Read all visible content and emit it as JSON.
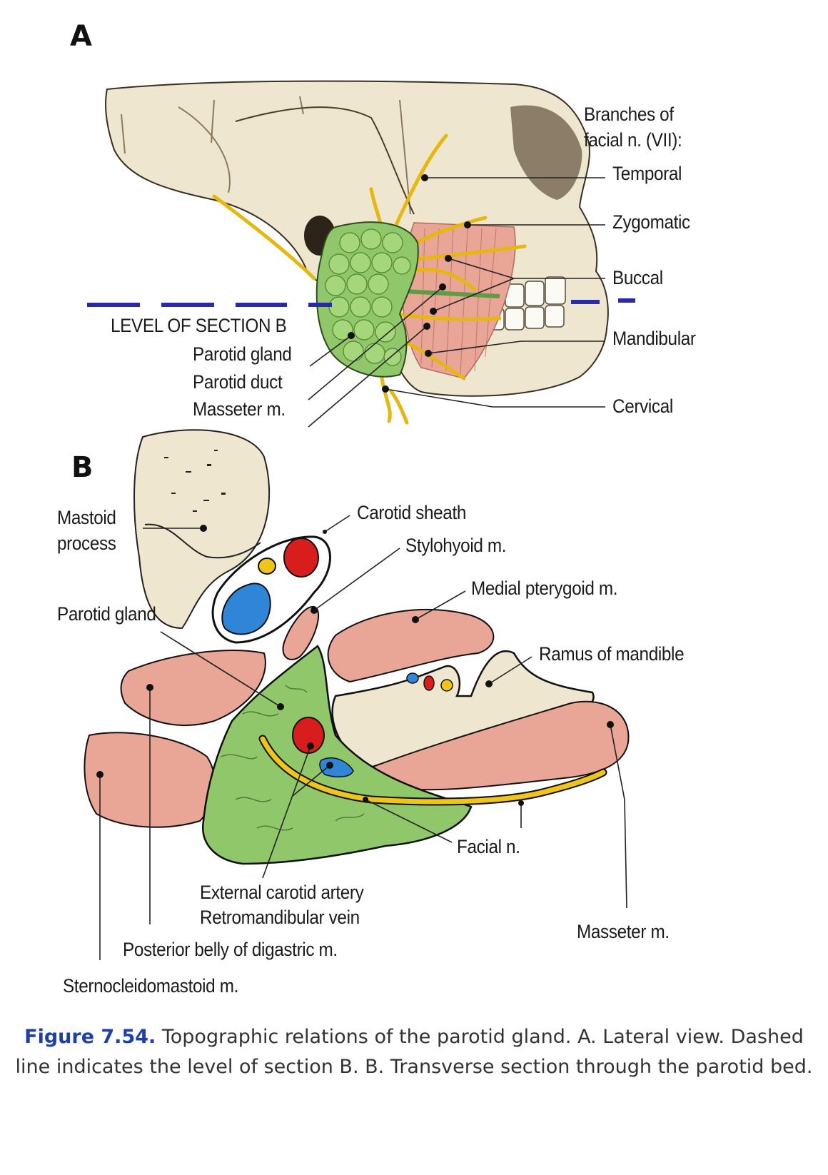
{
  "panels": {
    "a": "A",
    "b": "B"
  },
  "panel_a": {
    "heading": "Branches of facial n. (VII):",
    "heading_line1": "Branches of",
    "heading_line2": "facial n. (VII):",
    "branches": [
      "Temporal",
      "Zygomatic",
      "Buccal",
      "Mandibular",
      "Cervical"
    ],
    "section_line_label": "LEVEL OF SECTION B",
    "left_labels": [
      "Parotid gland",
      "Parotid duct",
      "Masseter m."
    ]
  },
  "panel_b": {
    "mastoid_line1": "Mastoid",
    "mastoid_line2": "process",
    "carotid_sheath": "Carotid sheath",
    "stylohyoid": "Stylohyoid m.",
    "medial_pterygoid": "Medial pterygoid m.",
    "parotid_gland": "Parotid gland",
    "ramus": "Ramus of mandible",
    "facial_n": "Facial n.",
    "ext_carotid": "External carotid artery",
    "retromandibular": "Retromandibular vein",
    "masseter": "Masseter m.",
    "posterior_belly": "Posterior belly of digastric m.",
    "scm": "Sternocleidomastoid m."
  },
  "caption": {
    "figure_label": "Figure 7.54.",
    "text": " Topographic relations of the parotid gland. A. Lateral view. Dashed line indicates the level of section B. B. Transverse section through the parotid bed."
  },
  "colors": {
    "bone": "#efe6cf",
    "gland": "#8fc76a",
    "muscle": "#e9a596",
    "nerve": "#f0c419",
    "artery": "#d81d1d",
    "vein": "#2f86d8",
    "section_line": "#2a2aa8",
    "caption_label": "#1f3fa8"
  }
}
